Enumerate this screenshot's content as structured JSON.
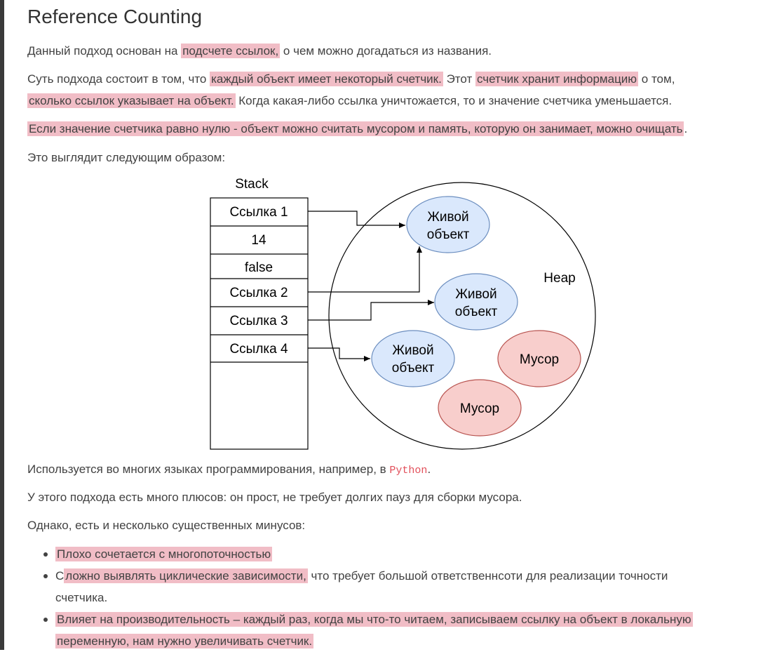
{
  "title": "Reference Counting",
  "p1": {
    "before": "Данный подход основан на ",
    "hl": "подсчете ссылок,",
    "after": " о чем можно догадаться из названия."
  },
  "p2": {
    "a": "Суть подхода состоит в том, что ",
    "hl1": "каждый объект имеет некоторый счетчик.",
    "b": " Этот ",
    "hl2": "счетчик хранит информацию",
    "c": " о том,",
    "hl3": "сколько ссылок указывает на объект.",
    "d": " Когда какая-либо ссылка уничтожается, то и значение счетчика уменьшается."
  },
  "p3": {
    "hl": "Если значение счетчика равно нулю - объект можно считать мусором и память, которую он занимает, можно очищать",
    "after": "."
  },
  "p4": "Это выглядит следующим образом:",
  "diagram": {
    "stack_title": "Stack",
    "stack_cells": [
      "Ссылка 1",
      "14",
      "false",
      "Ссылка 2",
      "Ссылка 3",
      "Ссылка 4"
    ],
    "heap_label": "Heap",
    "live_line1": "Живой",
    "live_line2": "объект",
    "garbage": "Мусор"
  },
  "p5": {
    "text": "Используется во многих языках программирования, например, в ",
    "code": "Python",
    "after": "."
  },
  "p6": "У этого подхода есть много плюсов: он прост, не требует долгих пауз для сборки мусора.",
  "p7": "Однако, есть и несколько существенных минусов:",
  "bullets": {
    "b1": "Плохо сочетается с многопоточностью",
    "b2_pre": "С",
    "b2_hl": "ложно выявлять циклические зависимости,",
    "b2_rest": " что требует большой ответственнсоти для реализации точности",
    "b2_line2": "счетчика.",
    "b3_hl1": "Влияет на производительность – каждый раз, когда мы что-то читаем, записываем ссылку на объект в локальную",
    "b3_hl2": "переменную, нам нужно увеличивать счетчик."
  },
  "colors": {
    "highlight": "#e47c8e",
    "live_fill": "#dae8fc",
    "live_stroke": "#6c8ebf",
    "garbage_fill": "#f8cecc",
    "garbage_stroke": "#b85450",
    "code": "#e2505b"
  }
}
